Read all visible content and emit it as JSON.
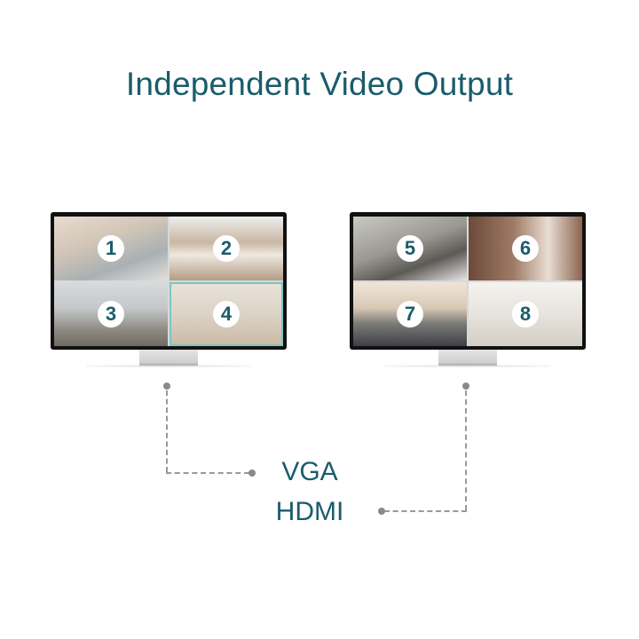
{
  "title": "Independent Video Output",
  "colors": {
    "title": "#1a5c6b",
    "badge_text": "#1a5c6b",
    "connector": "#999999",
    "active_pane_border": "#7fc4c4"
  },
  "monitors": [
    {
      "name": "left-monitor",
      "channels": [
        {
          "number": "1",
          "scene": "escalator"
        },
        {
          "number": "2",
          "scene": "mall-atrium"
        },
        {
          "number": "3",
          "scene": "glass-roof-mall"
        },
        {
          "number": "4",
          "scene": "store-floor",
          "active": true
        }
      ],
      "output": "VGA"
    },
    {
      "name": "right-monitor",
      "channels": [
        {
          "number": "5",
          "scene": "office-meeting"
        },
        {
          "number": "6",
          "scene": "colonnade"
        },
        {
          "number": "7",
          "scene": "rooftop-terrace"
        },
        {
          "number": "8",
          "scene": "white-hall"
        }
      ],
      "output": "HDMI"
    }
  ],
  "ports": {
    "vga_label": "VGA",
    "hdmi_label": "HDMI"
  }
}
